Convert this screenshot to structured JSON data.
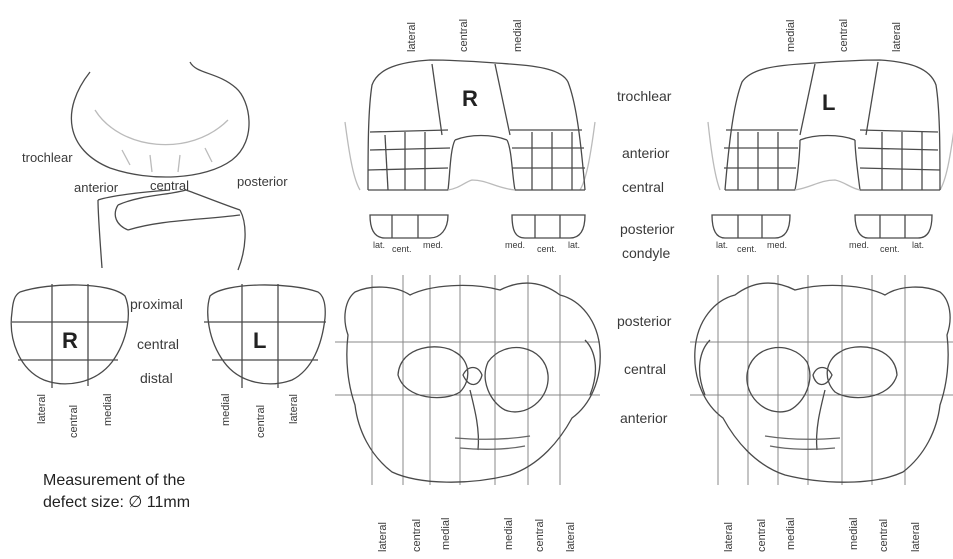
{
  "patella_side": {
    "trochlear": "trochlear",
    "anterior": "anterior",
    "central": "central",
    "posterior": "posterior"
  },
  "patella_front": {
    "proximal": "proximal",
    "central": "central",
    "distal": "distal",
    "right_letter": "R",
    "left_letter": "L",
    "right_cols": [
      "lateral",
      "central",
      "medial"
    ],
    "left_cols": [
      "medial",
      "central",
      "lateral"
    ]
  },
  "measurement": {
    "line1": "Measurement of the",
    "line2": "defect size: ∅ 11mm"
  },
  "femur": {
    "right_top_cols": [
      "lateral",
      "central",
      "medial"
    ],
    "left_top_cols": [
      "medial",
      "central",
      "lateral"
    ],
    "right_letter": "R",
    "left_letter": "L",
    "rows": [
      "trochlear",
      "anterior",
      "central",
      "posterior",
      "condyle"
    ],
    "right_condyle_labels": [
      "lat.",
      "cent.",
      "med.",
      "med.",
      "cent.",
      "lat."
    ],
    "left_condyle_labels": [
      "lat.",
      "cent.",
      "med.",
      "med.",
      "cent.",
      "lat."
    ]
  },
  "tibia": {
    "rows": [
      "posterior",
      "central",
      "anterior"
    ],
    "right_bottom_cols": [
      "lateral",
      "central",
      "medial",
      "medial",
      "central",
      "lateral"
    ],
    "left_bottom_cols": [
      "lateral",
      "central",
      "medial",
      "medial",
      "central",
      "lateral"
    ]
  }
}
